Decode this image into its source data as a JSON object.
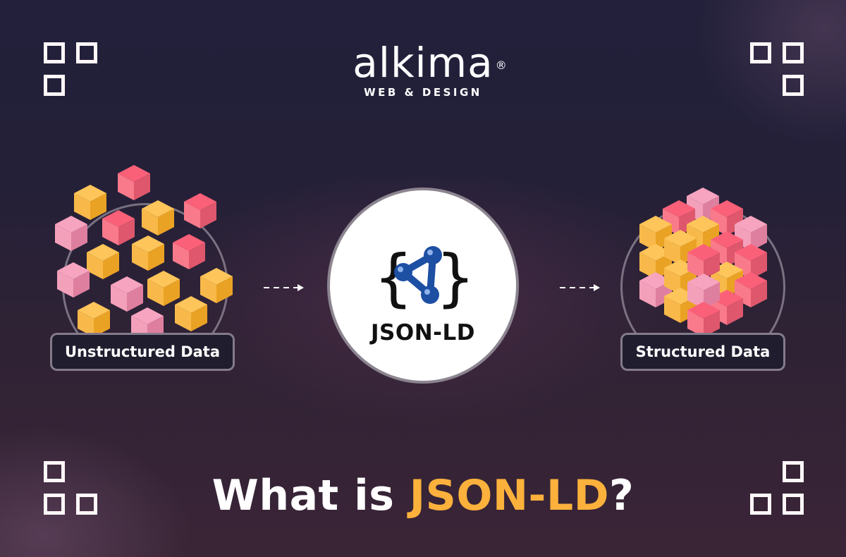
{
  "logo": {
    "brand": "alkima",
    "registered": "®",
    "tagline": "WEB & DESIGN"
  },
  "diagram": {
    "left": {
      "label": "Unstructured Data"
    },
    "center": {
      "label": "JSON-LD",
      "icon": "json-ld-molecule-braces-icon"
    },
    "right": {
      "label": "Structured Data"
    },
    "arrows": [
      "dashed-arrow-right",
      "dashed-arrow-right"
    ]
  },
  "headline": {
    "prefix": "What is ",
    "highlight": "JSON-LD",
    "suffix": "?"
  },
  "colors": {
    "accent": "#fbb13c",
    "cube_orange": "#fbb13c",
    "cube_red": "#f65d74",
    "cube_pink": "#f4a0bd",
    "molecule_blue": "#1d4fa3",
    "background": "#22203a"
  },
  "decorations": [
    "corner-squares-top-left",
    "corner-squares-top-right",
    "corner-squares-bottom-left",
    "corner-squares-bottom-right"
  ]
}
